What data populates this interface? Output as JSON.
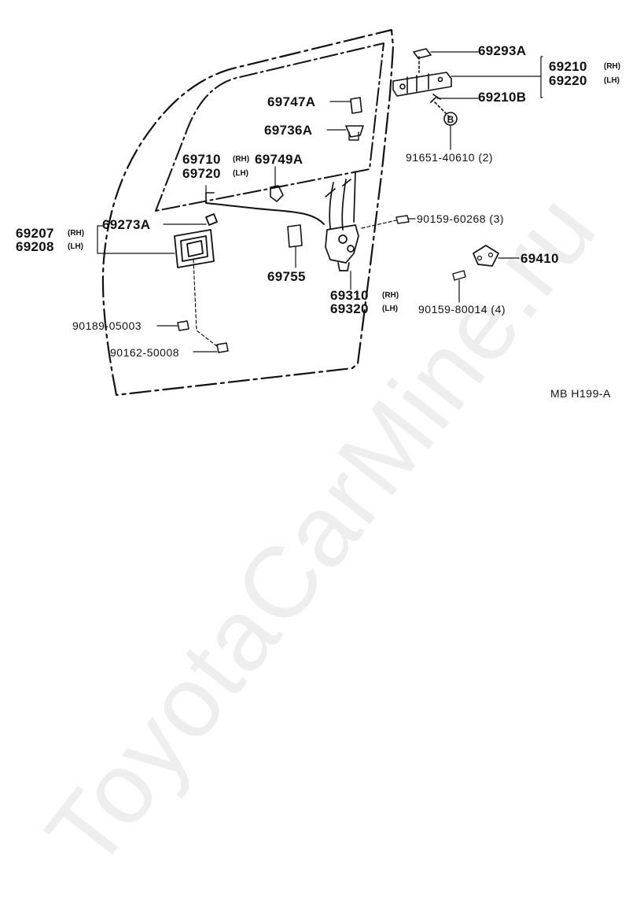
{
  "diagram_code": "MB  H199-A",
  "watermark": "ToyotaCarMine.ru",
  "callout_letter": "B",
  "parts": {
    "p69293A": "69293A",
    "p69210": "69210",
    "p69220": "69220",
    "p69210B": "69210B",
    "p69747A": "69747A",
    "p69736A": "69736A",
    "p91651": "91651-40610 (2)",
    "p69710": "69710",
    "p69720": "69720",
    "p69749A": "69749A",
    "p69273A": "69273A",
    "p69207": "69207",
    "p69208": "69208",
    "p90159_60268": "90159-60268 (3)",
    "p69410": "69410",
    "p69755": "69755",
    "p69310": "69310",
    "p69320": "69320",
    "p90159_80014": "90159-80014 (4)",
    "p90189": "90189-05003",
    "p90162": "90162-50008"
  },
  "side": {
    "rh": "(RH)",
    "lh": "(LH)"
  }
}
